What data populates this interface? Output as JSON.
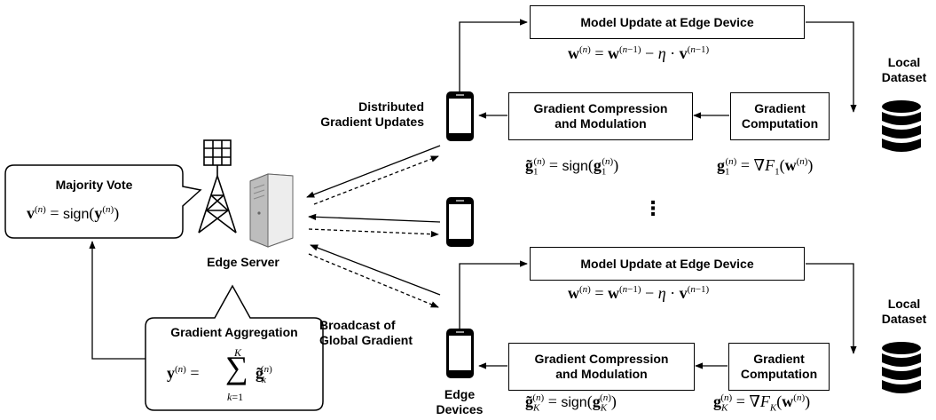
{
  "server": {
    "label": "Edge Server",
    "majority_vote": {
      "title": "Majority Vote",
      "equation": "v^(n) = sign(y^(n))"
    },
    "aggregation": {
      "title": "Gradient Aggregation",
      "equation": "y^(n) = Σ_{k=1}^{K} g̃_k^(n)"
    }
  },
  "channel": {
    "uplink_label": "Distributed\nGradient Updates",
    "downlink_label": "Broadcast of\nGlobal Gradient"
  },
  "devices": {
    "label": "Edge\nDevices",
    "ellipsis": "⋮",
    "top": {
      "model_update": "Model Update at Edge Device",
      "update_eq": "w^(n) = w^(n−1) − η · v^(n−1)",
      "compression": "Gradient  Compression\nand Modulation",
      "compression_eq": "g̃_1^(n) = sign(g_1^(n))",
      "computation": "Gradient\nComputation",
      "computation_eq": "g_1^(n) = ∇F_1(w^(n))",
      "dataset": "Local\nDataset"
    },
    "bottom": {
      "model_update": "Model Update at Edge Device",
      "update_eq": "w^(n) = w^(n−1) − η · v^(n−1)",
      "compression": "Gradient  Compression\nand Modulation",
      "compression_eq": "g̃_K^(n) = sign(g_K^(n))",
      "computation": "Gradient\nComputation",
      "computation_eq": "g_K^(n) = ∇F_K(w^(n))",
      "dataset": "Local\nDataset"
    }
  },
  "colors": {
    "line": "#000000",
    "server_body": "#e6e6e6",
    "phone": "#000000"
  }
}
